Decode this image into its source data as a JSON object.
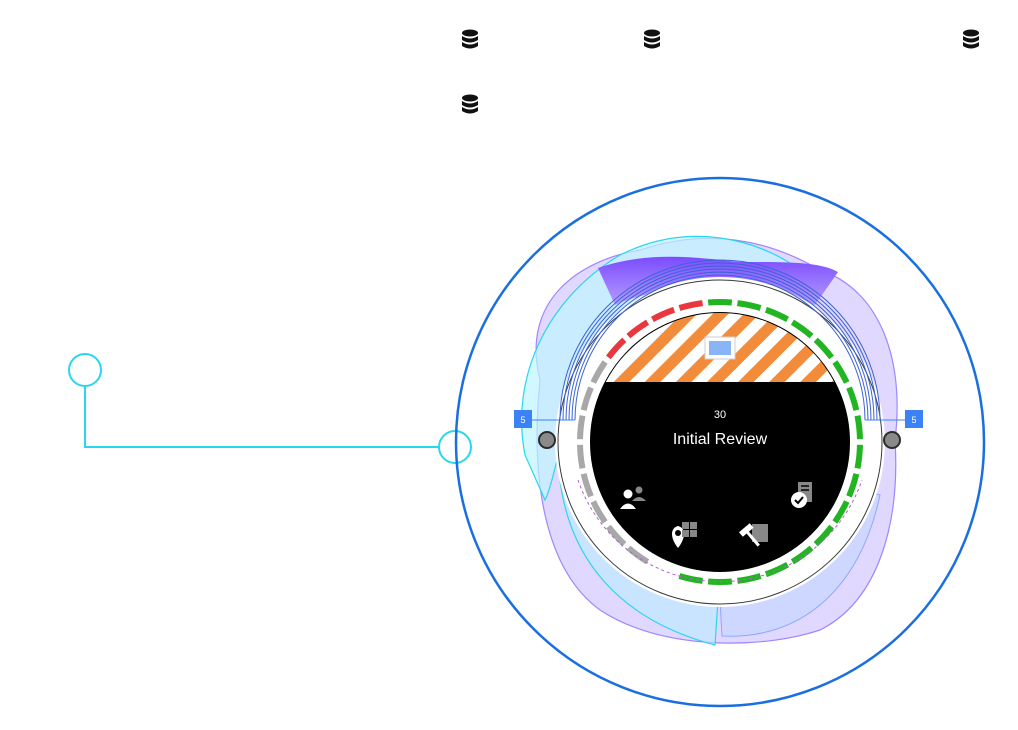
{
  "toolbar": {
    "icons": [
      {
        "name": "database-icon"
      },
      {
        "name": "database-icon"
      },
      {
        "name": "database-icon"
      },
      {
        "name": "database-icon"
      }
    ]
  },
  "stage": {
    "value": "30",
    "title": "Initial Review",
    "left_badge": "5",
    "right_badge": "5"
  },
  "colors": {
    "ring_outline": "#1a6fe0",
    "connector": "#29d6f0",
    "hatch_orange": "#f28c3a",
    "segment_red": "#e8383d",
    "segment_green": "#22b522",
    "segment_gray": "#a8a8a8",
    "purple_top": "#7b4cff",
    "lavender": "#c8b6ff",
    "badge_blue": "#3b82f6",
    "core": "#000000"
  },
  "activity_icons": [
    {
      "name": "users-icon"
    },
    {
      "name": "location-pin-icon"
    },
    {
      "name": "hammer-icon"
    },
    {
      "name": "checklist-icon"
    }
  ]
}
